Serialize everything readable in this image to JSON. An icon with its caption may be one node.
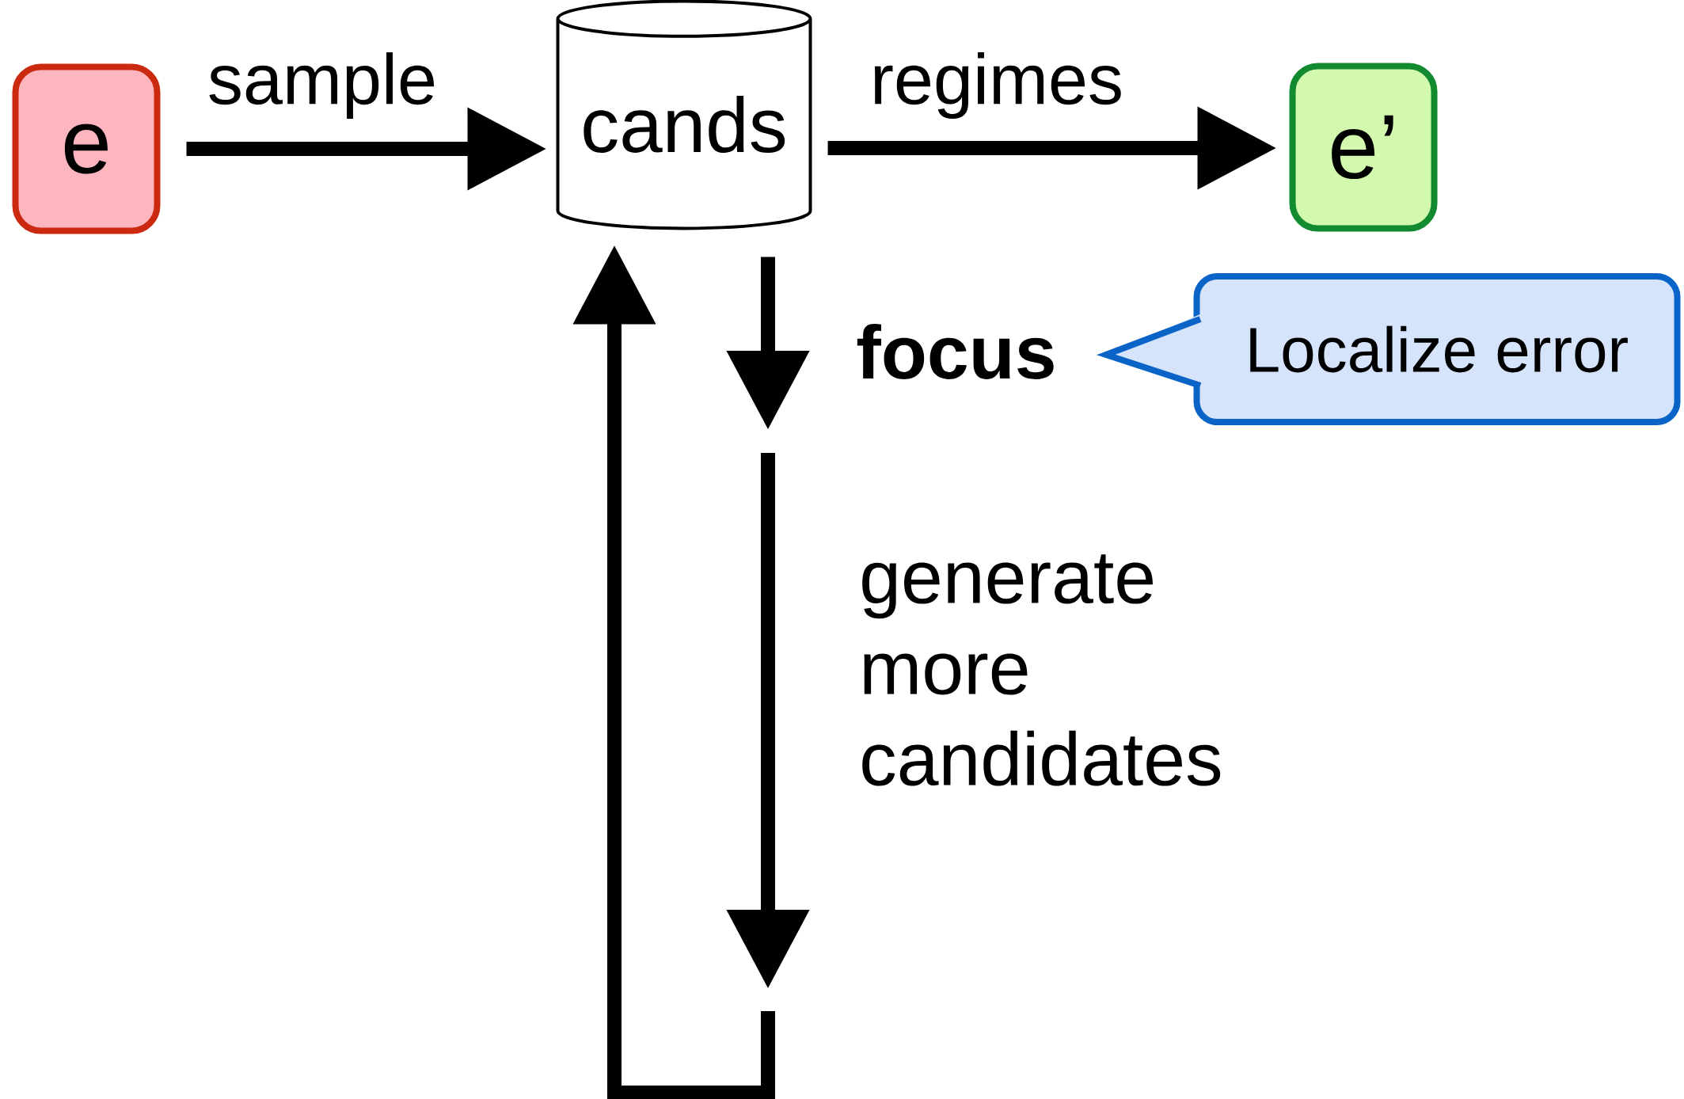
{
  "diagram": {
    "nodes": [
      {
        "text": [
          "e"
        ]
      },
      {
        "text": [
          "cands"
        ]
      },
      {
        "text": [
          "e’"
        ]
      },
      {
        "text": [
          "Localize error"
        ]
      }
    ],
    "edges": [
      {
        "from": 0,
        "to": 1,
        "arrow": "to",
        "label": "sample"
      },
      {
        "from": 1,
        "to": 2,
        "arrow": "to",
        "label": "regimes"
      },
      {
        "from": 1,
        "to": null,
        "arrow": "to",
        "label": "focus"
      },
      {
        "from": null,
        "to": 1,
        "arrow": "to"
      }
    ],
    "labels": [
      "generate more candidates"
    ]
  }
}
